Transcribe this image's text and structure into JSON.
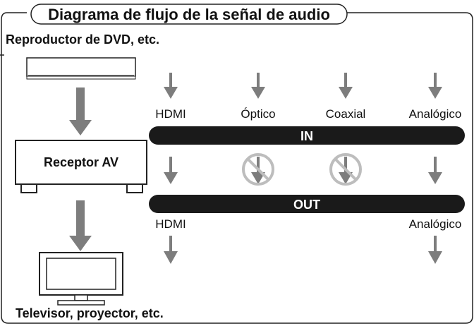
{
  "title": "Diagrama de flujo de la señal de audio",
  "source_device_label": "Reproductor de DVD, etc.",
  "receiver_label": "Receptor AV",
  "display_device_label": "Televisor, proyector, etc.",
  "input_bar_label": "IN",
  "output_bar_label": "OUT",
  "inputs": [
    {
      "label": "HDMI",
      "passes_through": true
    },
    {
      "label": "Óptico",
      "passes_through": false
    },
    {
      "label": "Coaxial",
      "passes_through": false
    },
    {
      "label": "Analógico",
      "passes_through": true
    }
  ],
  "outputs": [
    {
      "label": "HDMI"
    },
    {
      "label": "Analógico"
    }
  ],
  "colors": {
    "arrow": "#7d7d7d",
    "bar": "#1a1a1a",
    "prohibited": "#bdbdbd",
    "frame": "#222222"
  }
}
